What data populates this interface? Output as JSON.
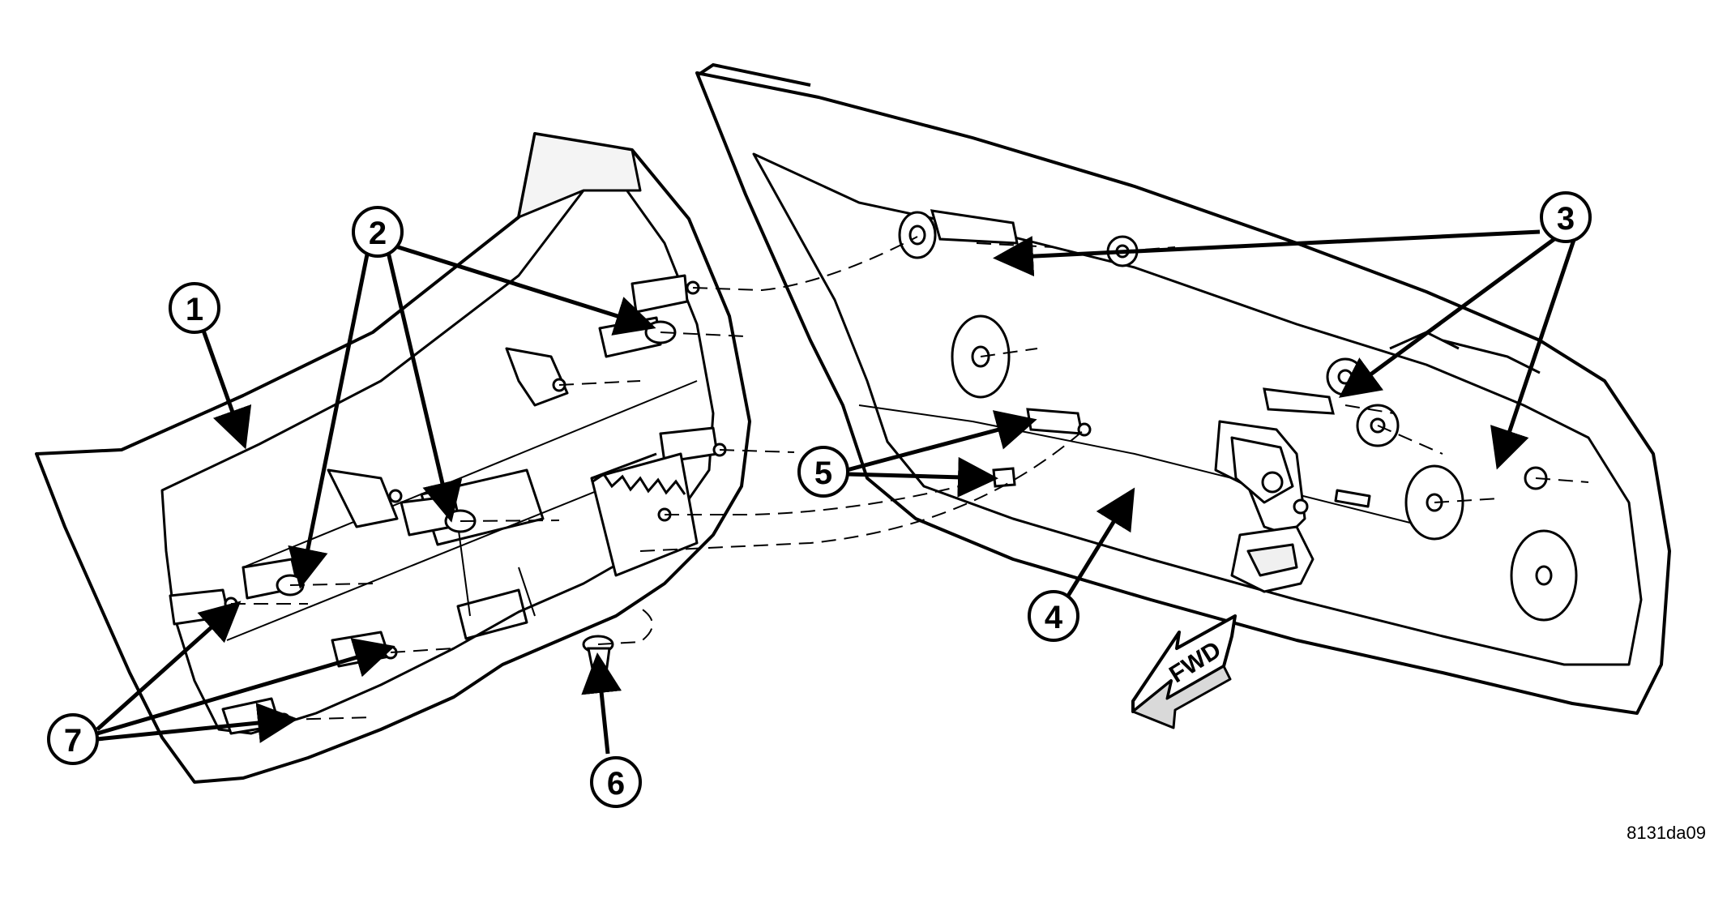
{
  "figure": {
    "id_label": "8131da09",
    "direction_label": "FWD"
  },
  "callouts": [
    {
      "number": "1"
    },
    {
      "number": "2"
    },
    {
      "number": "3"
    },
    {
      "number": "4"
    },
    {
      "number": "5"
    },
    {
      "number": "6"
    },
    {
      "number": "7"
    }
  ],
  "colors": {
    "line": "#000000",
    "fill": "#ffffff",
    "shade": "#d9d9d9"
  }
}
